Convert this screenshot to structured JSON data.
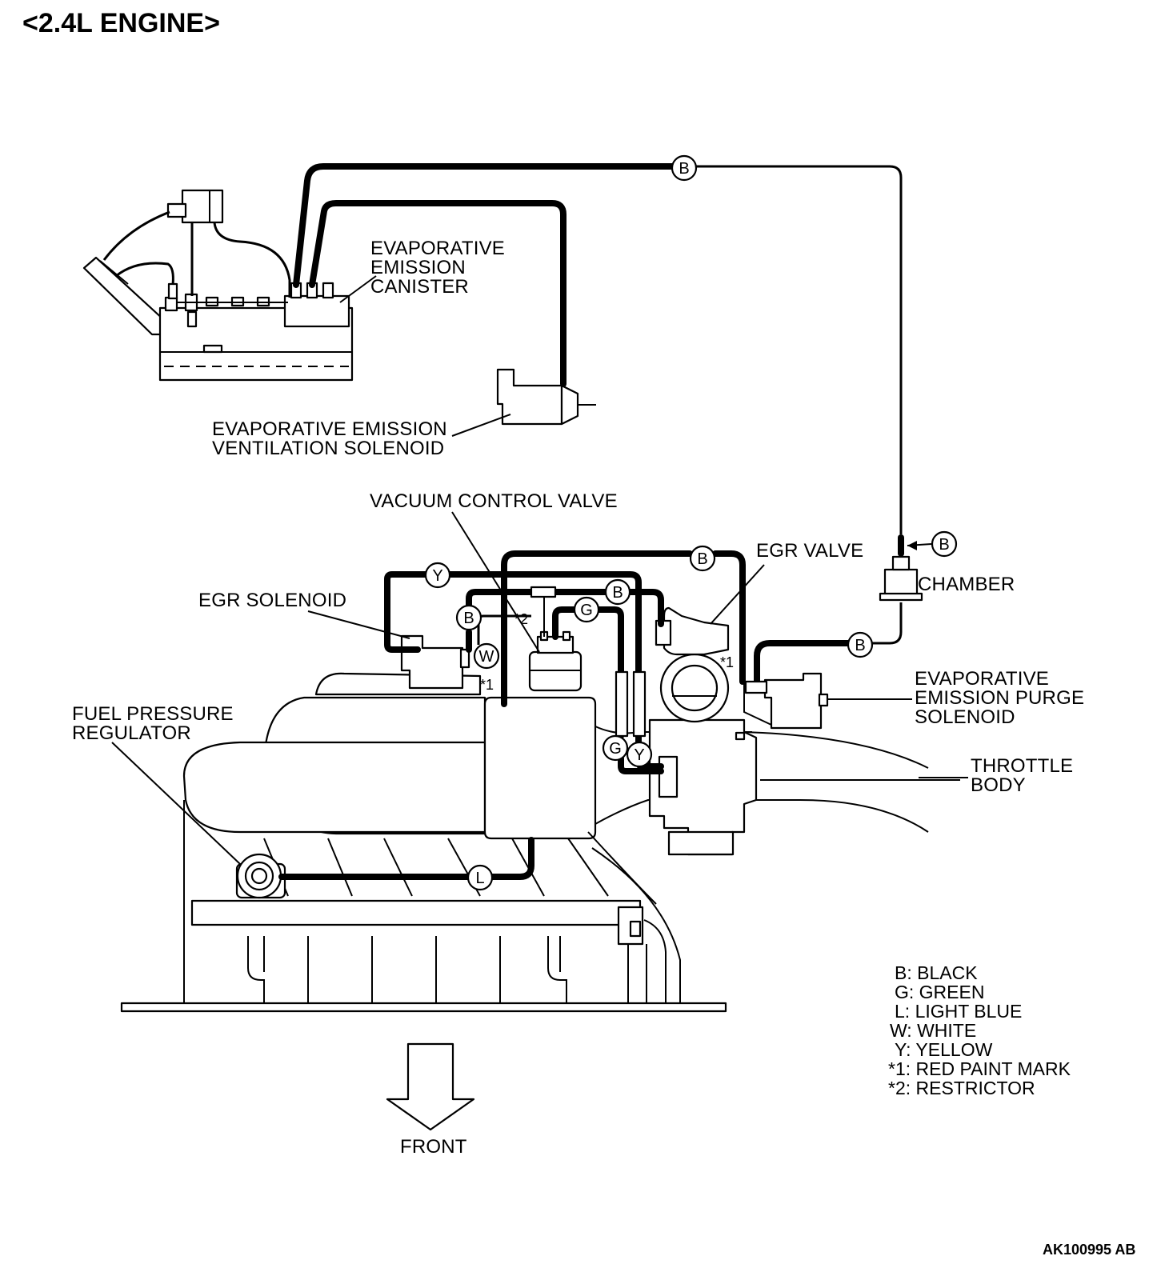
{
  "title": "<2.4L ENGINE>",
  "figure_code": "AK100995 AB",
  "labels": {
    "canister": [
      "EVAPORATIVE",
      "EMISSION",
      "CANISTER"
    ],
    "ventilation_solenoid": [
      "EVAPORATIVE EMISSION",
      "VENTILATION SOLENOID"
    ],
    "vacuum_control_valve": "VACUUM CONTROL VALVE",
    "egr_valve": "EGR VALVE",
    "egr_solenoid": "EGR SOLENOID",
    "chamber": "CHAMBER",
    "purge_solenoid": [
      "EVAPORATIVE",
      "EMISSION PURGE",
      "SOLENOID"
    ],
    "fuel_pressure_regulator": [
      "FUEL PRESSURE",
      "REGULATOR"
    ],
    "throttle_body": [
      "THROTTLE",
      "BODY"
    ],
    "front": "FRONT",
    "red_paint_mark_tag": "*1",
    "restrictor_tag": "*2"
  },
  "hose_markers": [
    "B",
    "B",
    "B",
    "B",
    "B",
    "B",
    "Y",
    "B",
    "W",
    "G",
    "G",
    "Y",
    "L"
  ],
  "legend": [
    "B: BLACK",
    "G: GREEN",
    "L: LIGHT BLUE",
    "W: WHITE",
    "Y: YELLOW",
    "*1: RED PAINT MARK",
    "*2: RESTRICTOR"
  ]
}
